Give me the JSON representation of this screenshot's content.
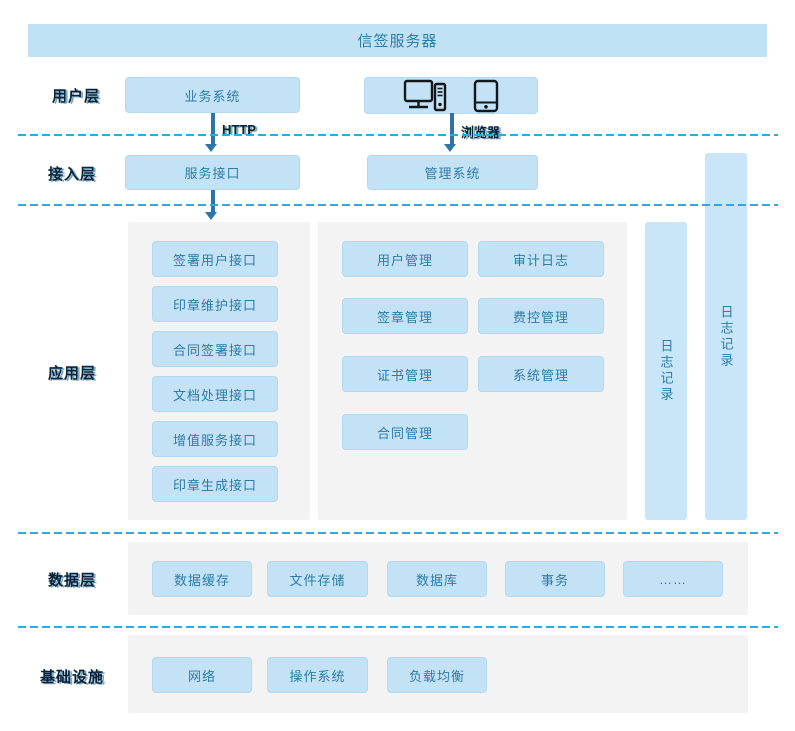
{
  "title": "信签服务器",
  "colors": {
    "box_fill": "#C3E2F5",
    "box_text": "#2E7BA6",
    "panel_gray": "#F3F3F4",
    "dashed_line": "#29ABE2",
    "arrow": "#2F74A8",
    "layer_label": "#0B2239",
    "device_icon": "#14181C"
  },
  "layers": {
    "user": {
      "label": "用户层",
      "business_system": "业务系统",
      "http_label": "HTTP",
      "browser_label": "浏览器",
      "device_icons": [
        "desktop-computer-icon",
        "smartphone-icon"
      ]
    },
    "access": {
      "label": "接入层",
      "service_interface": "服务接口",
      "management_system": "管理系统"
    },
    "application": {
      "label": "应用层",
      "interface_boxes": [
        "签署用户接口",
        "印章维护接口",
        "合同签署接口",
        "文档处理接口",
        "增值服务接口",
        "印章生成接口"
      ],
      "management_boxes": [
        "用户管理",
        "审计日志",
        "签章管理",
        "费控管理",
        "证书管理",
        "系统管理",
        "合同管理"
      ],
      "log_bar_inner": "日志记录",
      "log_bar_outer": "日志记录"
    },
    "data": {
      "label": "数据层",
      "boxes": [
        "数据缓存",
        "文件存储",
        "数据库",
        "事务",
        "……"
      ]
    },
    "infrastructure": {
      "label": "基础设施",
      "boxes": [
        "网络",
        "操作系统",
        "负载均衡"
      ]
    }
  }
}
